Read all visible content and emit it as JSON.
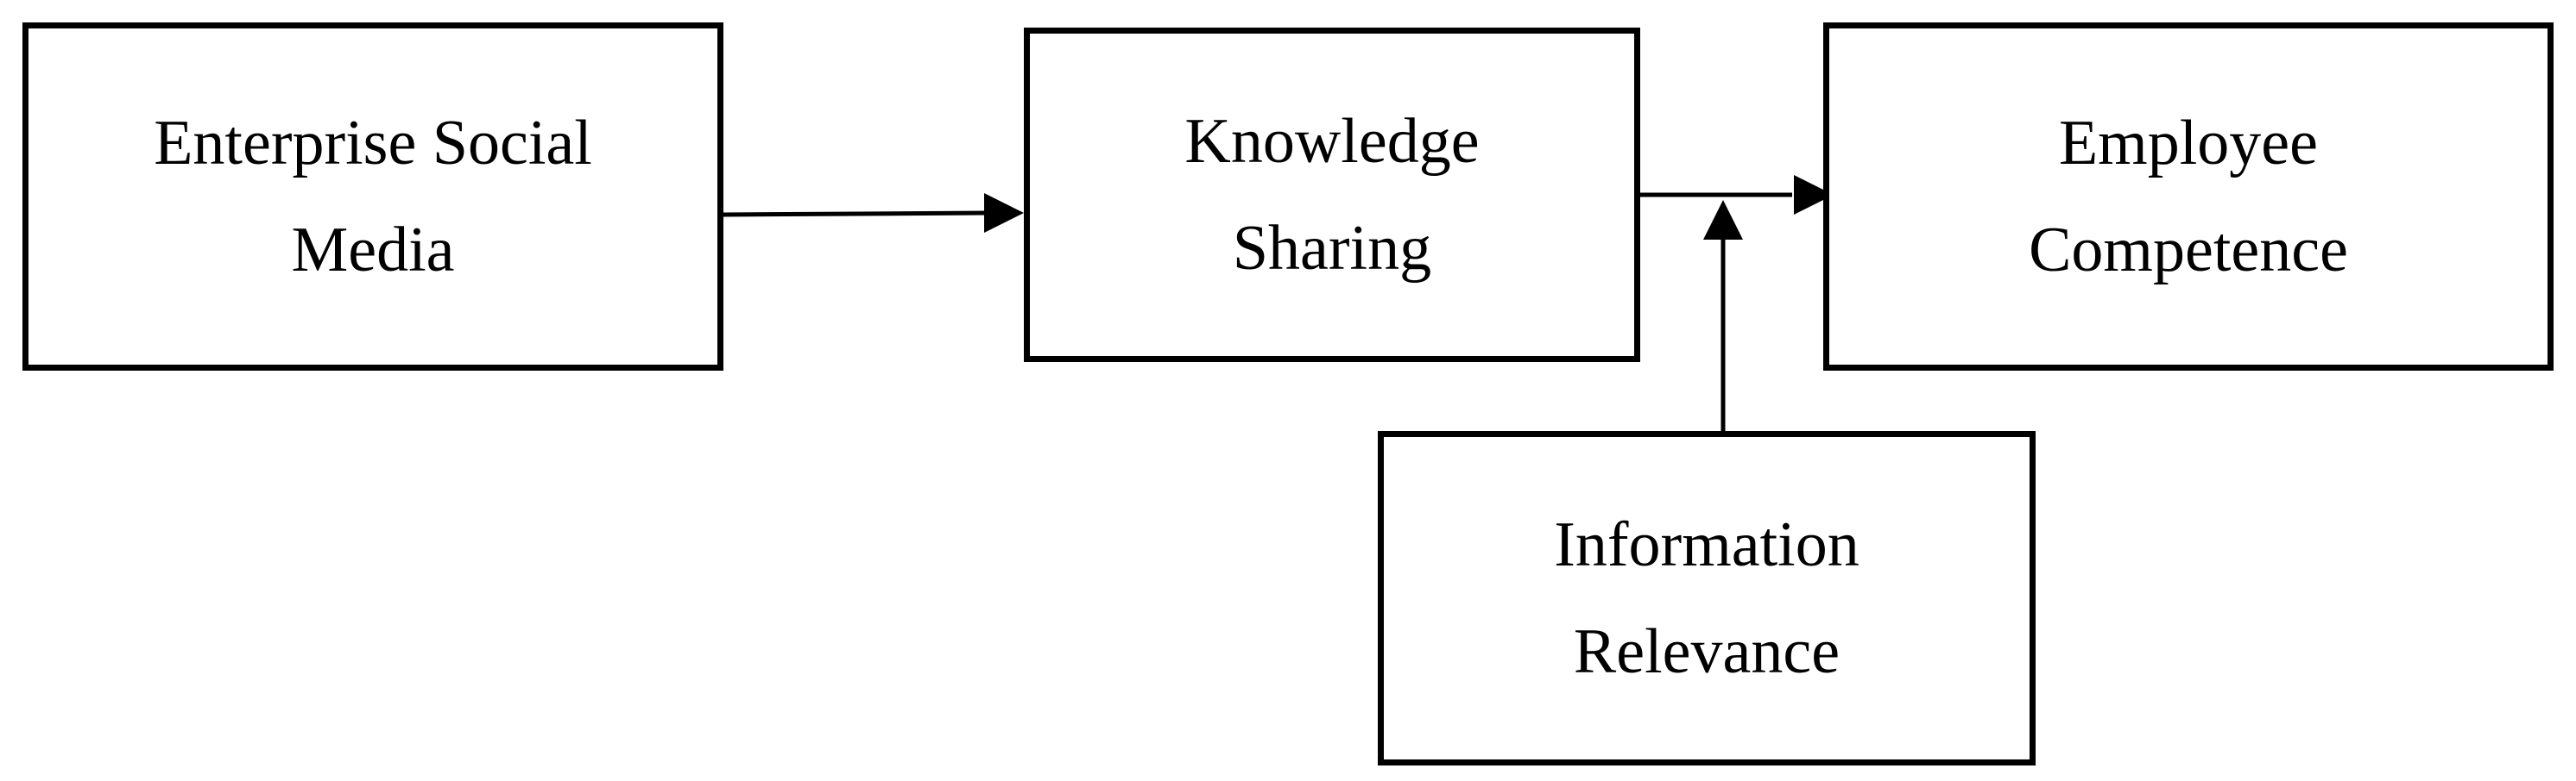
{
  "diagram": {
    "nodes": {
      "enterprise_social_media": {
        "line1": "Enterprise Social",
        "line2": "Media"
      },
      "knowledge_sharing": {
        "line1": "Knowledge",
        "line2": "Sharing"
      },
      "employee_competence": {
        "line1": "Employee",
        "line2": "Competence"
      },
      "information_relevance": {
        "line1": "Information",
        "line2": "Relevance"
      }
    },
    "edges": [
      {
        "from": "enterprise_social_media",
        "to": "knowledge_sharing"
      },
      {
        "from": "knowledge_sharing",
        "to": "employee_competence"
      },
      {
        "from": "information_relevance",
        "to": "knowledge_sharing->employee_competence",
        "type": "moderation"
      }
    ],
    "colors": {
      "stroke": "#000000",
      "background": "#ffffff"
    }
  }
}
